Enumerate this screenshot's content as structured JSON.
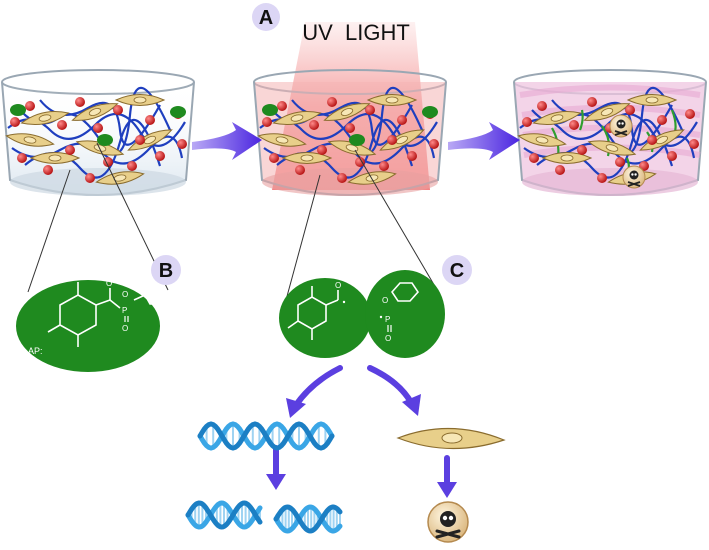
{
  "title": "UV  LIGHT",
  "panels": {
    "a": "A",
    "b": "B",
    "c": "C"
  },
  "molecule": {
    "lap_label": "LAP:",
    "o_top": "O",
    "o_mid": "O",
    "p": "P",
    "o_low": "O",
    "c_o_top": "O",
    "c_o_mid": "O",
    "c_p": "P",
    "c_o_low": "O"
  },
  "colors": {
    "uv_beam": "#f08080",
    "network": "#1f3fbf",
    "crosslink": "#2f9e2f",
    "bead": "#d81f1f",
    "cell": "#e8cf8a",
    "photoinitiator": "#1f8a1f",
    "arrow": "#5b3fe0",
    "dna": "#3aa6e6",
    "label_circle": "#dcd6f5"
  },
  "icons": [
    "skull-icon",
    "dna-icon",
    "cell-icon"
  ]
}
